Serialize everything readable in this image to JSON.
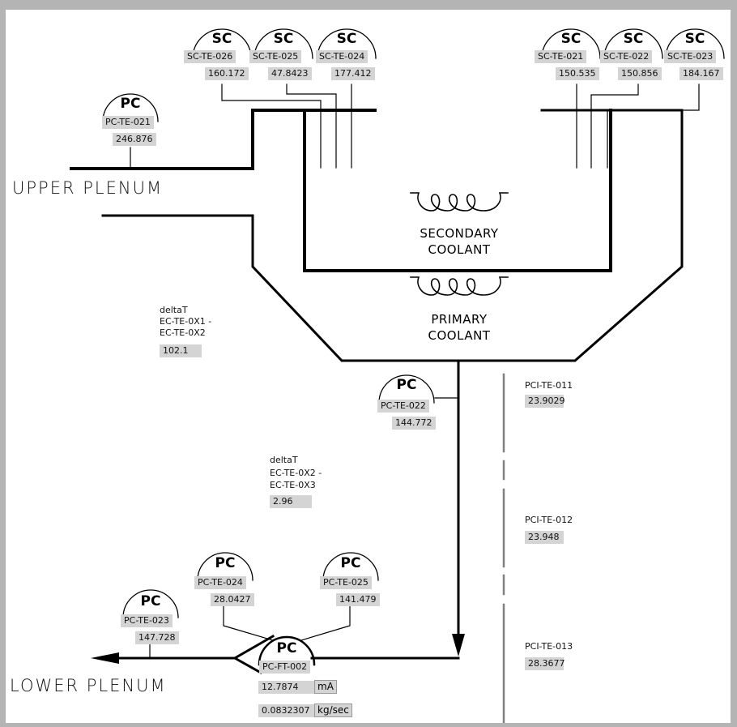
{
  "labels": {
    "upper_plenum": "UPPER  PLENUM",
    "lower_plenum": "LOWER  PLENUM",
    "secondary_coolant": [
      "SECONDARY",
      "COOLANT"
    ],
    "primary_coolant": [
      "PRIMARY",
      "COOLANT"
    ]
  },
  "instruments": {
    "sc_te_026": {
      "symbol": "SC",
      "tag": "SC-TE-026",
      "value": "160.172"
    },
    "sc_te_025": {
      "symbol": "SC",
      "tag": "SC-TE-025",
      "value": "47.8423"
    },
    "sc_te_024": {
      "symbol": "SC",
      "tag": "SC-TE-024",
      "value": "177.412"
    },
    "sc_te_021": {
      "symbol": "SC",
      "tag": "SC-TE-021",
      "value": "150.535"
    },
    "sc_te_022": {
      "symbol": "SC",
      "tag": "SC-TE-022",
      "value": "150.856"
    },
    "sc_te_023": {
      "symbol": "SC",
      "tag": "SC-TE-023",
      "value": "184.167"
    },
    "pc_te_021": {
      "symbol": "PC",
      "tag": "PC-TE-021",
      "value": "246.876"
    },
    "pc_te_022": {
      "symbol": "PC",
      "tag": "PC-TE-022",
      "value": "144.772"
    },
    "pc_te_023": {
      "symbol": "PC",
      "tag": "PC-TE-023",
      "value": "147.728"
    },
    "pc_te_024": {
      "symbol": "PC",
      "tag": "PC-TE-024",
      "value": "28.0427"
    },
    "pc_te_025": {
      "symbol": "PC",
      "tag": "PC-TE-025",
      "value": "141.479"
    },
    "pc_ft_002": {
      "symbol": "PC",
      "tag": "PC-FT-002",
      "value_ma": "12.7874",
      "unit_ma": "mA",
      "value_flow": "0.0832307",
      "unit_flow": "kg/sec"
    }
  },
  "delta_t": [
    {
      "title": "deltaT",
      "line1": "EC-TE-0X1 -",
      "line2": "EC-TE-0X2",
      "value": "102.1"
    },
    {
      "title": "deltaT",
      "line1": "EC-TE-0X2 -",
      "line2": "EC-TE-0X3",
      "value": "2.96"
    }
  ],
  "pci": [
    {
      "tag": "PCI-TE-011",
      "value": "23.9029"
    },
    {
      "tag": "PCI-TE-012",
      "value": "23.948"
    },
    {
      "tag": "PCI-TE-013",
      "value": "28.3677"
    }
  ],
  "colors": {
    "panel_bg": "#ffffff",
    "frame": "#b4b4b4",
    "indicator_bg": "#d4d4d4",
    "line": "#000000"
  }
}
